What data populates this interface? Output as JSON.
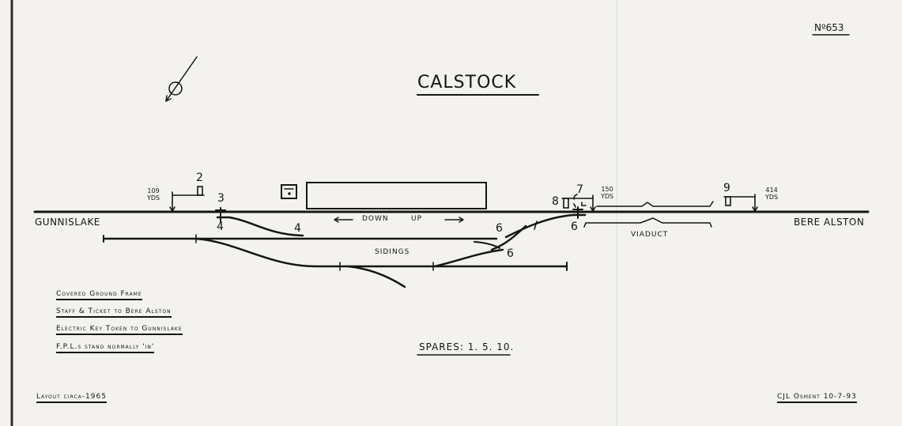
{
  "title": "CALSTOCK",
  "number": "Nº653",
  "places": {
    "left": "GUNNISLAKE",
    "right": "BERE ALSTON"
  },
  "direction_labels": {
    "down": "DOWN",
    "up": "UP"
  },
  "track_labels": {
    "sidings": "SIDINGS",
    "viaduct": "VIADUCT"
  },
  "distances": [
    {
      "value": "109",
      "unit": "YDS"
    },
    {
      "value": "150",
      "unit": "YDS"
    },
    {
      "value": "414",
      "unit": "YDS"
    }
  ],
  "levers": [
    "2",
    "3",
    "4",
    "4",
    "6",
    "6",
    "6",
    "7",
    "8",
    "9"
  ],
  "notes": [
    "Covered Ground Frame",
    "Staff & Ticket to Bere Alston",
    "Electric Key Token to Gunnislake",
    "F.P.L.s stand normally 'in'"
  ],
  "spares": "SPARES: 1. 5. 10.",
  "layout_date": "Layout circa-1965",
  "author": "CJL Osment 10-7-93",
  "colors": {
    "paper": "#f3f2ee",
    "ink": "#151515"
  }
}
